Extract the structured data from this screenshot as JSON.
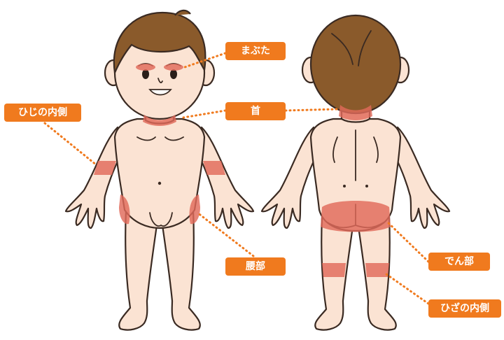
{
  "labels": {
    "eyelids": "まぶた",
    "neck": "首",
    "inner_elbow": "ひじの内側",
    "waist": "腰部",
    "buttocks": "でん部",
    "back_of_knee": "ひざの内側"
  },
  "colors": {
    "label_bg": "#f07a1e",
    "label_text": "#ffffff",
    "skin": "#fbe3d3",
    "outline": "#3a2a22",
    "hair": "#8a5a2b",
    "affected": "#e06a5a",
    "leader_line": "#f07a1e"
  }
}
